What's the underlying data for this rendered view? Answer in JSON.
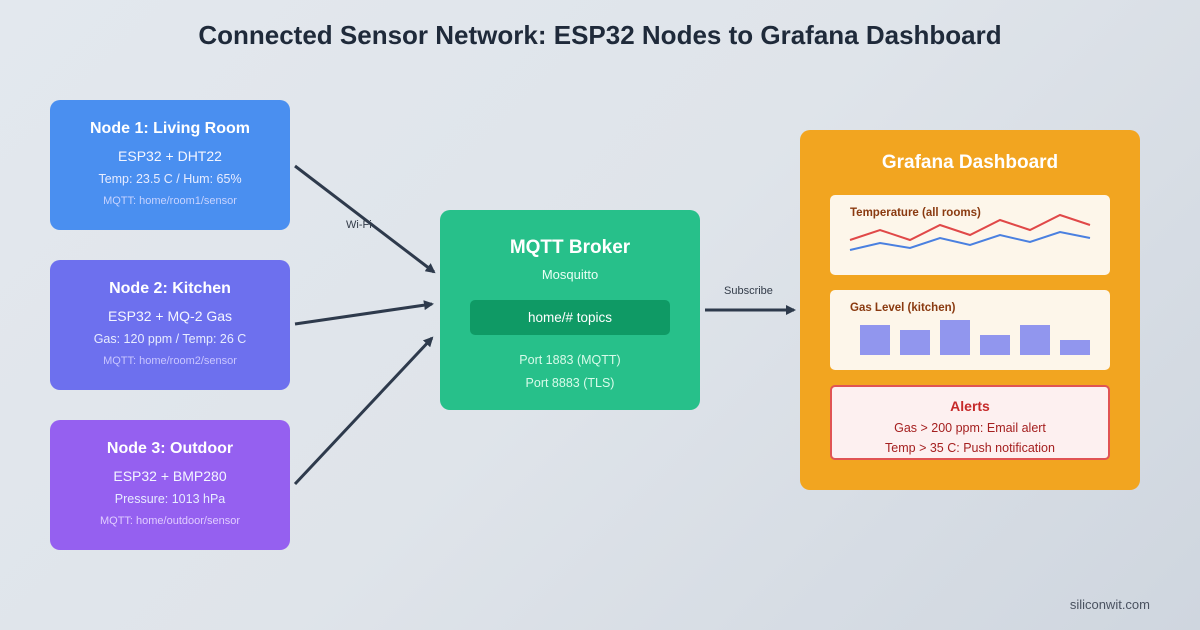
{
  "title": "Connected Sensor Network: ESP32 Nodes to Grafana Dashboard",
  "nodes": [
    {
      "title": "Node 1: Living Room",
      "hardware": "ESP32 + DHT22",
      "reading": "Temp: 23.5 C / Hum: 65%",
      "topic": "MQTT: home/room1/sensor",
      "color": "#4a8ff0"
    },
    {
      "title": "Node 2: Kitchen",
      "hardware": "ESP32 + MQ-2 Gas",
      "reading": "Gas: 120 ppm / Temp: 26 C",
      "topic": "MQTT: home/room2/sensor",
      "color": "#6d70ee"
    },
    {
      "title": "Node 3: Outdoor",
      "hardware": "ESP32 + BMP280",
      "reading": "Pressure: 1013 hPa",
      "topic": "MQTT: home/outdoor/sensor",
      "color": "#9560f0"
    }
  ],
  "edges": {
    "wifi": "Wi-Fi",
    "subscribe": "Subscribe"
  },
  "broker": {
    "title": "MQTT Broker",
    "subtitle": "Mosquitto",
    "topics": "home/# topics",
    "port_mqtt": "Port 1883 (MQTT)",
    "port_tls": "Port 8883 (TLS)",
    "color": "#27c08a"
  },
  "grafana": {
    "title": "Grafana Dashboard",
    "color": "#f2a520",
    "temperature_panel": {
      "title": "Temperature (all rooms)",
      "series_colors": [
        "#e04848",
        "#4a80e0"
      ]
    },
    "gas_panel": {
      "title": "Gas Level (kitchen)",
      "bar_color": "#9196ee"
    },
    "alerts": {
      "title": "Alerts",
      "rules": [
        "Gas > 200 ppm: Email alert",
        "Temp > 35 C: Push notification"
      ]
    }
  },
  "credit": "siliconwit.com",
  "colors": {
    "arrow": "#2e3a4c",
    "alert": "#e05454"
  }
}
